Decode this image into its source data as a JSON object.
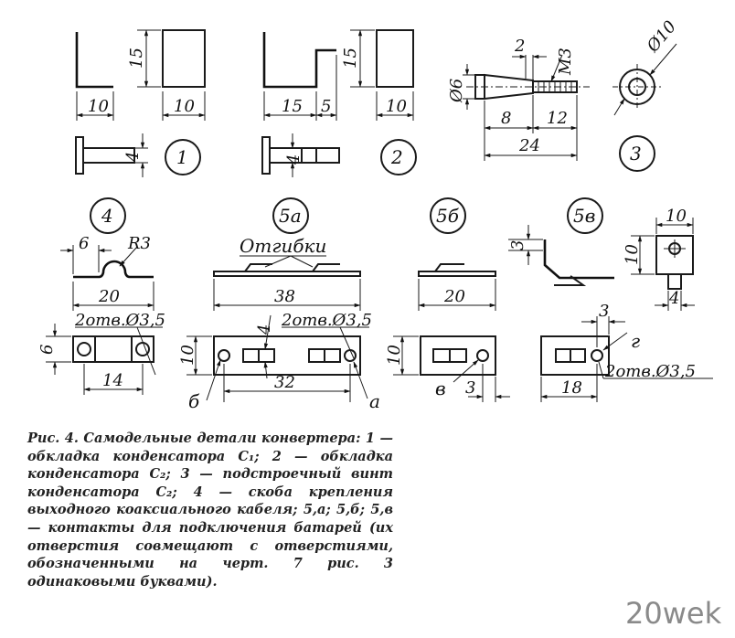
{
  "labels": {
    "fig1": "1",
    "fig2": "2",
    "fig3": "3",
    "fig4": "4",
    "fig5a": "5а",
    "fig5b": "5б",
    "fig5v": "5в",
    "otgibki": "Отгибки",
    "holes": "2отв.Ø3,5",
    "radius": "R3",
    "phi6": "Ø6",
    "phi10": "Ø10",
    "m3": "M3",
    "letter_a": "а",
    "letter_b": "б",
    "letter_v": "в",
    "letter_g": "г"
  },
  "dims": {
    "d10": "10",
    "d15": "15",
    "d5": "5",
    "d2": "2",
    "d8": "8",
    "d12": "12",
    "d24": "24",
    "d4": "4",
    "d6": "6",
    "d20": "20",
    "d38": "38",
    "d14": "14",
    "d32": "32",
    "d3": "3",
    "d18": "18"
  },
  "caption": "Рис. 4. Самодельные детали конвертера: 1 — обкладка конденсатора C₁; 2 — обкладка конденсатора C₂; 3 — подстроечный винт конденсатора C₂; 4 — скоба крепления выходного коаксиального кабеля; 5,а; 5,б; 5,в — контакты для подключения батарей (их отверстия совмещают с отверстиями, обозначенными на черт. 7 рис. 3 одинаковыми буквами).",
  "watermark": "20wek"
}
